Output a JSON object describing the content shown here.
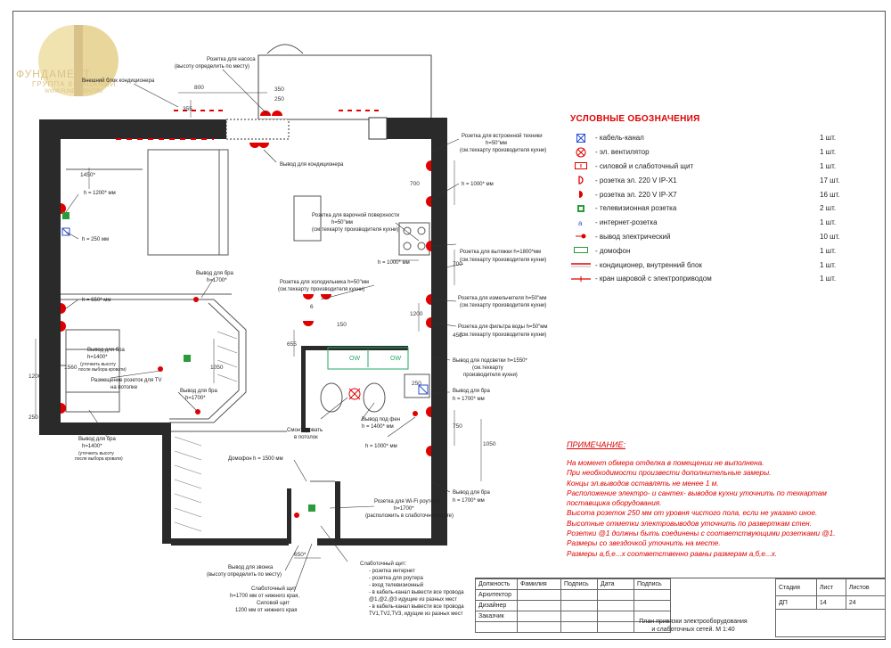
{
  "logo": {
    "name": "ФУНДАМЕНТ",
    "subtitle": "ГРУППА КОМПАНИЙ",
    "url": "WWW.FUNDAMENT.RU",
    "brand_color": "#d9c28a"
  },
  "plan_labels": {
    "pump_socket": "Розетка для насоса",
    "pump_socket_note": "(высоту определить по месту)",
    "ac_outdoor": "Внешний блок кондиционера",
    "ac_outlet": "Вывод для кондиционера",
    "builtin_socket": "Розетка для встроенной техники",
    "builtin_h": "h=50\"мм",
    "builtin_note": "(см.техкарту производителя кухни)",
    "h1000_a": "h = 1000* мм",
    "hob_socket": "Розетка для варочной поверхности",
    "hob_h": "h=50\"мм",
    "hob_note": "(см.техкарту производителя кухни)",
    "hood_socket": "Розетка для вытяжки h=1800*мм",
    "hood_note": "(см.техкарту производителя кухни)",
    "h1000_b": "h = 1000* мм",
    "grinder_socket": "Розетка для измельчителя h=50\"мм",
    "grinder_note": "(см.техкарту производителя кухни)",
    "filter_socket": "Розетка для фильтра воды h=50\"мм",
    "filter_note": "(см.техкарту производителя кухни)",
    "light_out": "Вывод для подсветки h=1550*",
    "light_note1": "(см.техкарту",
    "light_note2": "производителя кухни)",
    "fridge_socket": "Розетка для холодильника h=50\"мм",
    "fridge_note": "(см.техкарту производителя кухни)",
    "sconce_1700_a": "Вывод для бра",
    "sconce_1700_a_h": "h=1700*",
    "h1200": "h = 1200* мм",
    "h250": "h = 250 мм",
    "h650": "h = 650* мм",
    "sconce_1400_a": "Вывод для бра",
    "sconce_1400_a_h": "h=1400*",
    "sconce_1400_a_note1": "(уточнить высоту",
    "sconce_1400_a_note2": "после выбора кровати)",
    "tv_sockets1": "Размещение розеток для TV",
    "tv_sockets2": "на потолке",
    "sconce_1700_b": "Вывод для бра",
    "sconce_1700_b_h": "h=1700*",
    "mount_ceiling1": "Смонтировать",
    "mount_ceiling2": "в потолок",
    "dryer_out": "Вывод под фен",
    "dryer_h": "h = 1400* мм",
    "h1000_c": "h = 1000* мм",
    "sconce_1700_c": "Вывод для бра",
    "sconce_1700_c_h": "h = 1700* мм",
    "sconce_1400_b": "Вывод для бра",
    "sconce_1400_b_h": "h=1400*",
    "sconce_1400_b_note1": "(уточнить высоту",
    "sconce_1400_b_note2": "после выбора кровати)",
    "intercom": "Домофон h = 1500 мм",
    "wifi_socket": "Розетка для Wi-Fi роутера",
    "wifi_h": "h=1700*",
    "wifi_note": "(расположить в слаботочном щите)",
    "sconce_1700_d": "Вывод для бра",
    "sconce_1700_d_h": "h = 1700* мм",
    "bell_out": "Вывод для звонка",
    "bell_note": "(высоту определить по месту)",
    "lowcur_panel": "Слаботочный щит",
    "lowcur_h1": "h=1700 мм от нижнего края,",
    "power_panel": "Силовой щит",
    "power_h": "1200 мм от нижнего края",
    "lowcur_title": "Слаботочный щит:",
    "lowcur_items": [
      "- розетка интернет",
      "- розетка для роутера",
      "- вход телевизионный",
      "- в кабель-канал вывести все провода",
      "  @1,@2,@3 идущие из разных мест",
      "- в кабель-канал вывести все провода",
      "  TV1,TV2,TV3, идущие из разных мест"
    ],
    "ow": "OW",
    "dims": [
      "800",
      "350",
      "250",
      "355",
      "1450*",
      "700",
      "700",
      "1200",
      "1050",
      "1560",
      "1200",
      "250",
      "655",
      "450",
      "750",
      "1050",
      "650*",
      "150",
      "250",
      "6"
    ]
  },
  "legend": {
    "title": "УСЛОВНЫЕ ОБОЗНАЧЕНИЯ",
    "items": [
      {
        "icon": "cable-channel-icon",
        "label": "- кабель-канал",
        "count": "1 шт."
      },
      {
        "icon": "fan-icon",
        "label": "- эл. вентилятор",
        "count": "1 шт."
      },
      {
        "icon": "panel-icon",
        "label": "- силовой и слаботочный щит",
        "count": "1 шт."
      },
      {
        "icon": "socket-ip-x1-icon",
        "label": "- розетка эл. 220 V IP-X1",
        "count": "17 шт."
      },
      {
        "icon": "socket-ip-x7-icon",
        "label": "- розетка эл. 220 V IP-X7",
        "count": "16 шт."
      },
      {
        "icon": "tv-socket-icon",
        "label": "- телевизионная розетка",
        "count": "2 шт."
      },
      {
        "icon": "internet-socket-icon",
        "label": "- интернет-розетка",
        "count": "1 шт."
      },
      {
        "icon": "electric-outlet-icon",
        "label": "- вывод электрический",
        "count": "10 шт."
      },
      {
        "icon": "intercom-icon",
        "label": "- домофон",
        "count": "1 шт."
      },
      {
        "icon": "ac-unit-icon",
        "label": "- кондиционер, внутренний блок",
        "count": "1 шт."
      },
      {
        "icon": "valve-icon",
        "label": "- кран шаровой с электроприводом",
        "count": "1 шт."
      }
    ]
  },
  "notes": {
    "title": "ПРИМЕЧАНИЕ:",
    "lines": [
      "На момент обмера отделка в помещении не выполнена.",
      "При необходимости произвести дополнительные замеры.",
      "Концы эл.выводов оставлять не менее 1 м.",
      "Расположение электро- и сантех- выводов кухни уточнить по техкартам",
      "поставщика оборудования.",
      "Высота розеток 250 мм от уровня чистого пола, если не указано иное.",
      "Высотные отметки электровыводов уточнить по разверткам стен.",
      "Розетки @1 должны быть соединены с соответствующими розетками @1.",
      "Размеры со звездочкой уточнить на месте.",
      "Размеры а,б,е...х соответственно равны размерам а,б,е...х."
    ]
  },
  "stamp": {
    "headers": [
      "Должность",
      "Фамилия",
      "Подпись",
      "Дата",
      "Подпись"
    ],
    "roles": [
      "Архитектор",
      "Дизайнер",
      "Заказчик"
    ],
    "right_headers": [
      "Стадия",
      "Лист",
      "Листов"
    ],
    "right_values": [
      "ДП",
      "14",
      "24"
    ],
    "title_line1": "План привязки электрооборудования",
    "title_line2": "и слаботочных сетей. М 1:40"
  },
  "colors": {
    "accent": "#e00000",
    "wall": "#222222",
    "tv_green": "#2a9a3a",
    "blue": "#2d4fd0"
  }
}
